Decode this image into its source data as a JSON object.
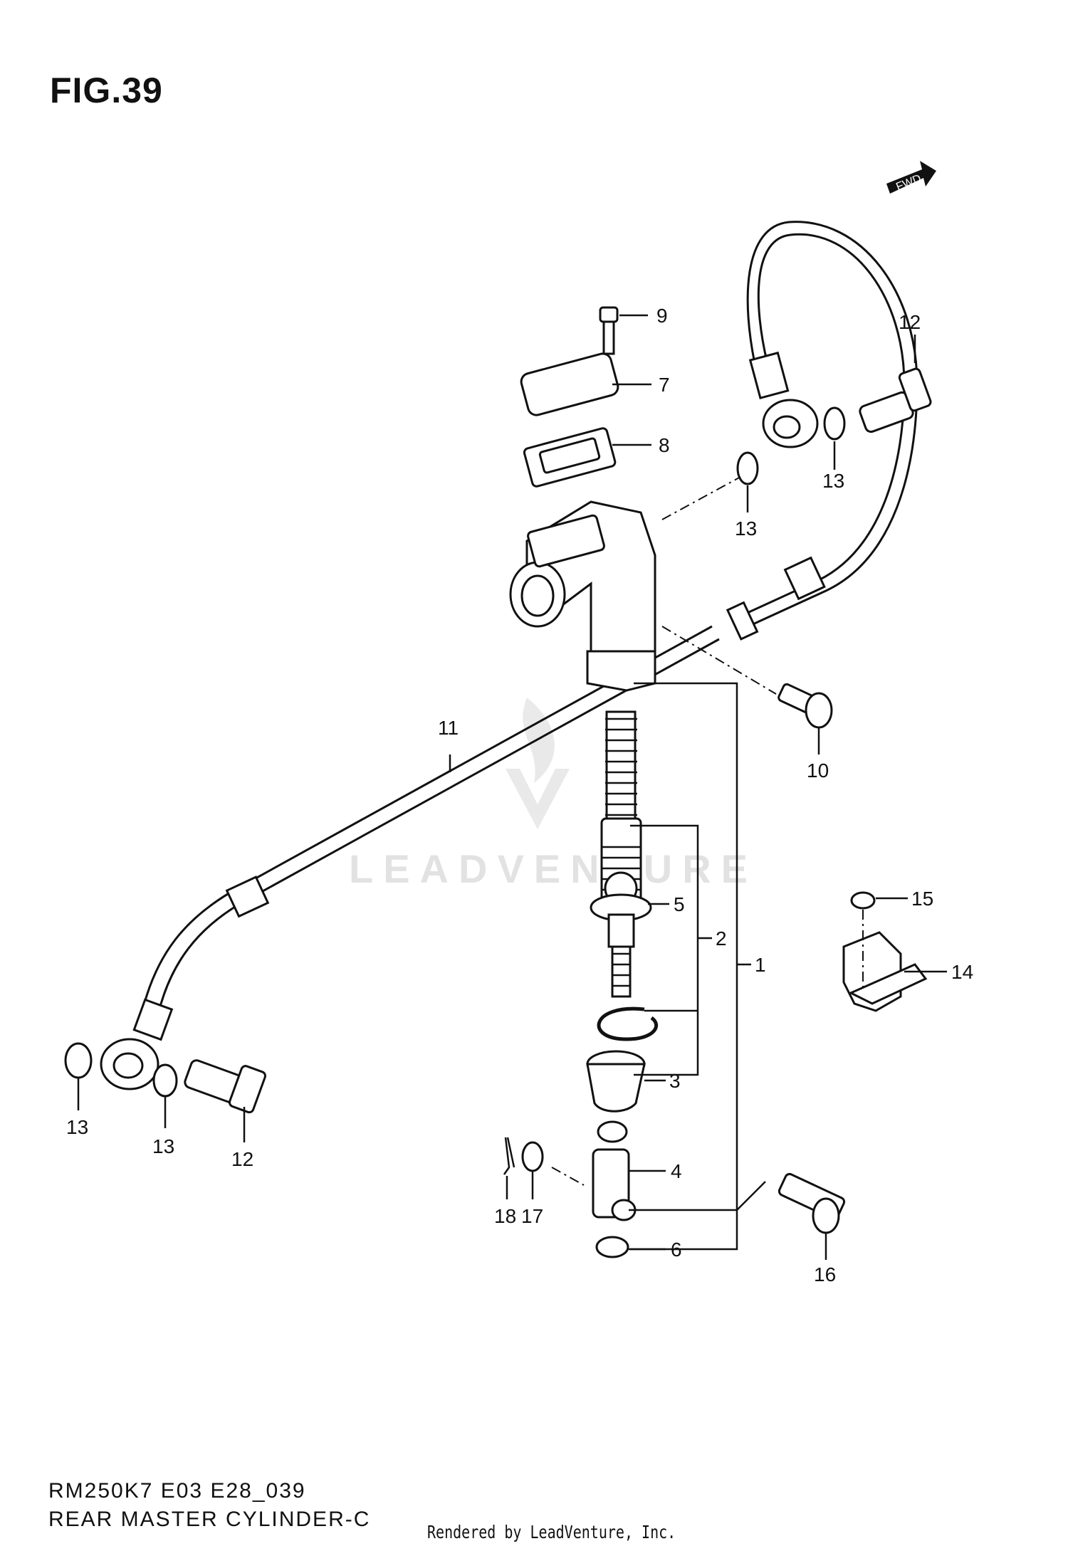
{
  "figure": {
    "title": "FIG.39",
    "watermark": "LEADVENTURE",
    "fwd_label": "FWD"
  },
  "footer": {
    "code": "RM250K7 E03 E28_039",
    "name": "REAR MASTER CYLINDER-C",
    "rendered_by": "Rendered by LeadVenture, Inc."
  },
  "callouts": [
    {
      "id": "c9",
      "label": "9"
    },
    {
      "id": "c7",
      "label": "7"
    },
    {
      "id": "c8",
      "label": "8"
    },
    {
      "id": "c12a",
      "label": "12"
    },
    {
      "id": "c13a",
      "label": "13"
    },
    {
      "id": "c13b",
      "label": "13"
    },
    {
      "id": "c10",
      "label": "10"
    },
    {
      "id": "c11",
      "label": "11"
    },
    {
      "id": "c5",
      "label": "5"
    },
    {
      "id": "c2",
      "label": "2"
    },
    {
      "id": "c1",
      "label": "1"
    },
    {
      "id": "c15",
      "label": "15"
    },
    {
      "id": "c14",
      "label": "14"
    },
    {
      "id": "c3",
      "label": "3"
    },
    {
      "id": "c13c",
      "label": "13"
    },
    {
      "id": "c13d",
      "label": "13"
    },
    {
      "id": "c12b",
      "label": "12"
    },
    {
      "id": "c4",
      "label": "4"
    },
    {
      "id": "c18",
      "label": "18"
    },
    {
      "id": "c17",
      "label": "17"
    },
    {
      "id": "c6",
      "label": "6"
    },
    {
      "id": "c16",
      "label": "16"
    }
  ]
}
